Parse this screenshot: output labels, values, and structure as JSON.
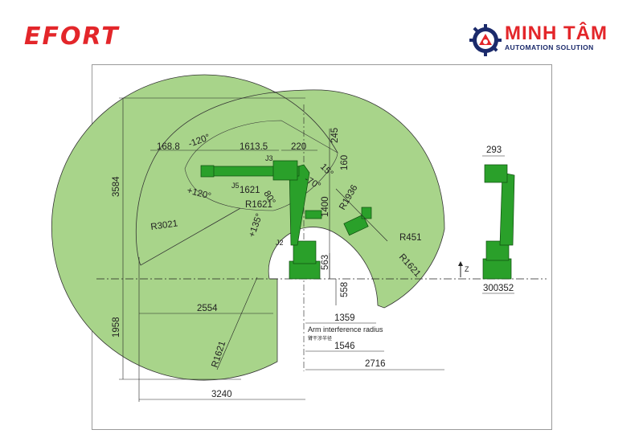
{
  "header": {
    "left_logo": "EFORT",
    "right_logo_main": "MINH TÂM",
    "right_logo_sub": "AUTOMATION SOLUTION"
  },
  "colors": {
    "envelope": "#a8d48a",
    "robot": "#2aa02a",
    "logo_red": "#e3262a",
    "logo_blue": "#1b2a6b",
    "line": "#222222"
  },
  "dimensions": {
    "d3584": "3584",
    "d1958": "1958",
    "d3240": "3240",
    "d2554": "2554",
    "r3021": "R3021",
    "r1621_lower": "R1621",
    "d168_8": "168.8",
    "ang_m120": "-120°",
    "d1613_5": "1613.5",
    "d220": "220",
    "d245": "245",
    "d160": "160",
    "ang_15": "15°",
    "ang_p120": "+120°",
    "j5": "J5",
    "j3": "J3",
    "d1621_arm": "1621",
    "ang_80": "80°",
    "r1621_mid": "R1621",
    "ang_m70": "-70°",
    "d1400": "1400",
    "r1936": "R1936",
    "r451": "R451",
    "ang_p135": "+135°",
    "j2": "J2",
    "r1621_right": "R1621",
    "d563": "563",
    "d558": "558",
    "d1359": "1359",
    "arm_radius_label": "Arm interference radius",
    "arm_radius_cn": "臂干涉半径",
    "d1546": "1546",
    "d2716": "2716",
    "d293": "293",
    "d300": "300",
    "d352": "352",
    "z_label": "Z"
  }
}
